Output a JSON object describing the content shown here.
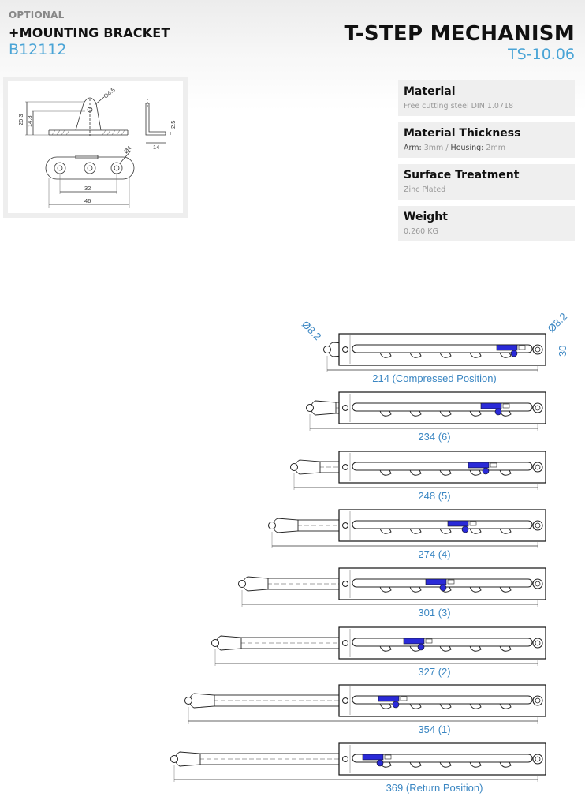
{
  "bracket": {
    "optional_label": "OPTIONAL",
    "title": "+MOUNTING BRACKET",
    "code": "B12112",
    "dims": {
      "d_hole_top": "Ø4.5",
      "h_total": "20.3",
      "h_inner": "14.8",
      "thickness": "2.5",
      "foot": "14",
      "d_hole_bottom": "Ø4",
      "pitch": "32",
      "length": "46"
    }
  },
  "product": {
    "title": "T-STEP MECHANISM",
    "code": "TS-10.06"
  },
  "specs": [
    {
      "heading": "Material",
      "value": "Free cutting steel DIN 1.0718"
    },
    {
      "heading": "Material Thickness",
      "arm_label": "Arm:",
      "arm_value": "3mm",
      "sep": " / ",
      "housing_label": "Housing:",
      "housing_value": "2mm"
    },
    {
      "heading": "Surface Treatment",
      "value": "Zinc Plated"
    },
    {
      "heading": "Weight",
      "value": "0.260 KG"
    }
  ],
  "diagram": {
    "eye_dia_left": "Ø8.2",
    "eye_dia_right": "Ø8.2",
    "height": "30",
    "positions": [
      {
        "label": "214 (Compressed Position)"
      },
      {
        "label": "234 (6)"
      },
      {
        "label": "248 (5)"
      },
      {
        "label": "274 (4)"
      },
      {
        "label": "301 (3)"
      },
      {
        "label": "327 (2)"
      },
      {
        "label": "354 (1)"
      },
      {
        "label": "369 (Return Position)"
      }
    ]
  },
  "colors": {
    "accent": "#4aa4d6",
    "mechanism_blue": "#2a2ad8",
    "dim_blue": "#3a86c2"
  }
}
